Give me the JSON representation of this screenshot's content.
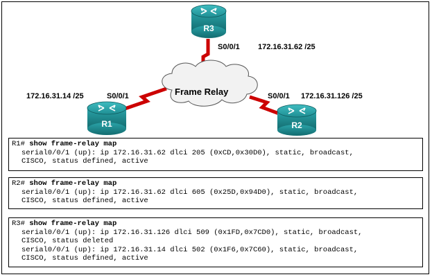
{
  "topology": {
    "routers": [
      {
        "id": "R3",
        "label": "R3"
      },
      {
        "id": "R1",
        "label": "R1"
      },
      {
        "id": "R2",
        "label": "R2"
      }
    ],
    "cloud_label": "Frame Relay",
    "labels": {
      "r3_interface": "S0/0/1",
      "r3_ip": "172.16.31.62 /25",
      "r1_interface": "S0/0/1",
      "r1_ip": "172.16.31.14 /25",
      "r2_interface": "S0/0/1",
      "r2_ip": "172.16.31.126 /25"
    },
    "colors": {
      "router": "#1d8a8e",
      "link": "#cc0000",
      "cloud_fill": "#f2f2f2"
    }
  },
  "outputs": [
    {
      "prompt": "R1#",
      "command": "show frame-relay map",
      "lines": [
        "serial0/0/1 (up): ip 172.16.31.62 dlci 205 (0xCD,0x30D0), static, broadcast,",
        "CISCO, status defined, active"
      ]
    },
    {
      "prompt": "R2#",
      "command": "show frame-relay map",
      "lines": [
        "serial0/0/1 (up): ip 172.16.31.62 dlci 605 (0x25D,0x94D0), static, broadcast,",
        "CISCO, status defined, active"
      ]
    },
    {
      "prompt": "R3#",
      "command": "show frame-relay map",
      "lines": [
        "serial0/0/1 (up): ip 172.16.31.126 dlci 509 (0x1FD,0x7CD0), static, broadcast,",
        "CISCO, status deleted",
        "serial0/0/1 (up): ip 172.16.31.14 dlci 502 (0x1F6,0x7C60), static, broadcast,",
        "CISCO, status defined, active"
      ]
    }
  ]
}
